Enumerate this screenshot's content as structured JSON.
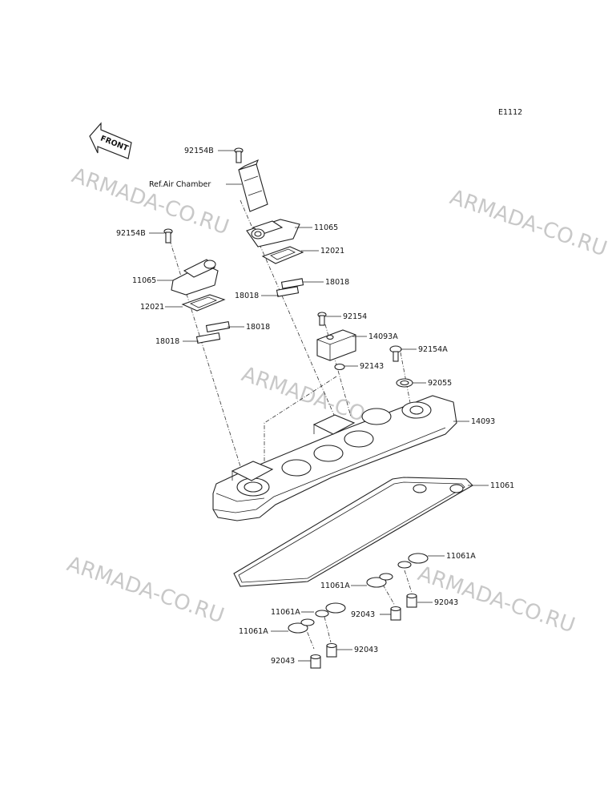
{
  "figure_code": "E1112",
  "front_label": "FRONT",
  "watermark": "ARMADA-CO.RU",
  "ref_label": "Ref.Air Chamber",
  "part_labels": {
    "p92154B_top": "92154B",
    "p11065_right": "11065",
    "p12021_right": "12021",
    "p18018_right_a": "18018",
    "p18018_right_b": "18018",
    "p92154B_left": "92154B",
    "p11065_left": "11065",
    "p12021_left": "12021",
    "p18018_left_a": "18018",
    "p18018_left_b": "18018",
    "p92154": "92154",
    "p14093A": "14093A",
    "p92154A": "92154A",
    "p92143": "92143",
    "p92055": "92055",
    "p14093": "14093",
    "p11061": "11061",
    "p11061A_1": "11061A",
    "p11061A_2": "11061A",
    "p11061A_3": "11061A",
    "p11061A_4": "11061A",
    "p92043_1": "92043",
    "p92043_2": "92043",
    "p92043_3": "92043",
    "p92043_4": "92043"
  }
}
